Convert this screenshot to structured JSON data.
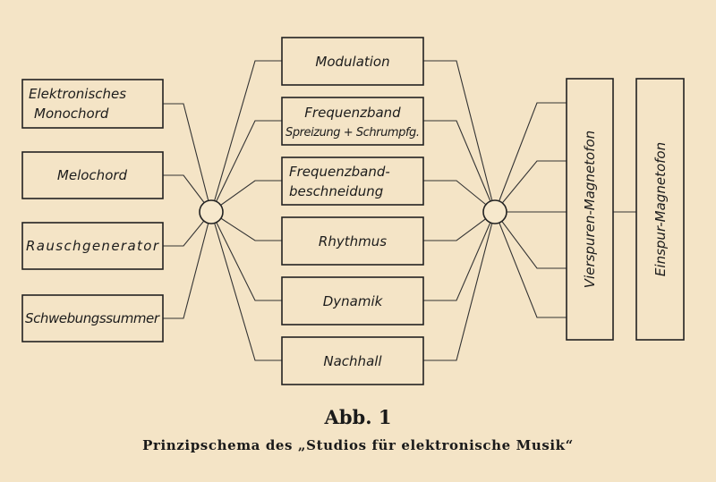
{
  "diagram": {
    "sources": [
      {
        "lines": [
          "Elektronisches",
          "Monochord"
        ]
      },
      {
        "lines": [
          "Melochord"
        ]
      },
      {
        "lines": [
          "Rauschgenerator"
        ]
      },
      {
        "lines": [
          "Schwebungssummer"
        ]
      }
    ],
    "processors": [
      {
        "lines": [
          "Modulation"
        ]
      },
      {
        "lines": [
          "Frequenzband",
          "Spreizung + Schrumpfg."
        ]
      },
      {
        "lines": [
          "Frequenzband-",
          "beschneidung"
        ]
      },
      {
        "lines": [
          "Rhythmus"
        ]
      },
      {
        "lines": [
          "Dynamik"
        ]
      },
      {
        "lines": [
          "Nachhall"
        ]
      }
    ],
    "recorders": [
      {
        "label": "Vierspuren-Magnetofon"
      },
      {
        "label": "Einspur-Magnetofon"
      }
    ]
  },
  "caption": {
    "title": "Abb. 1",
    "subtitle": "Prinzipschema des „Studios für elektronische Musik“"
  }
}
